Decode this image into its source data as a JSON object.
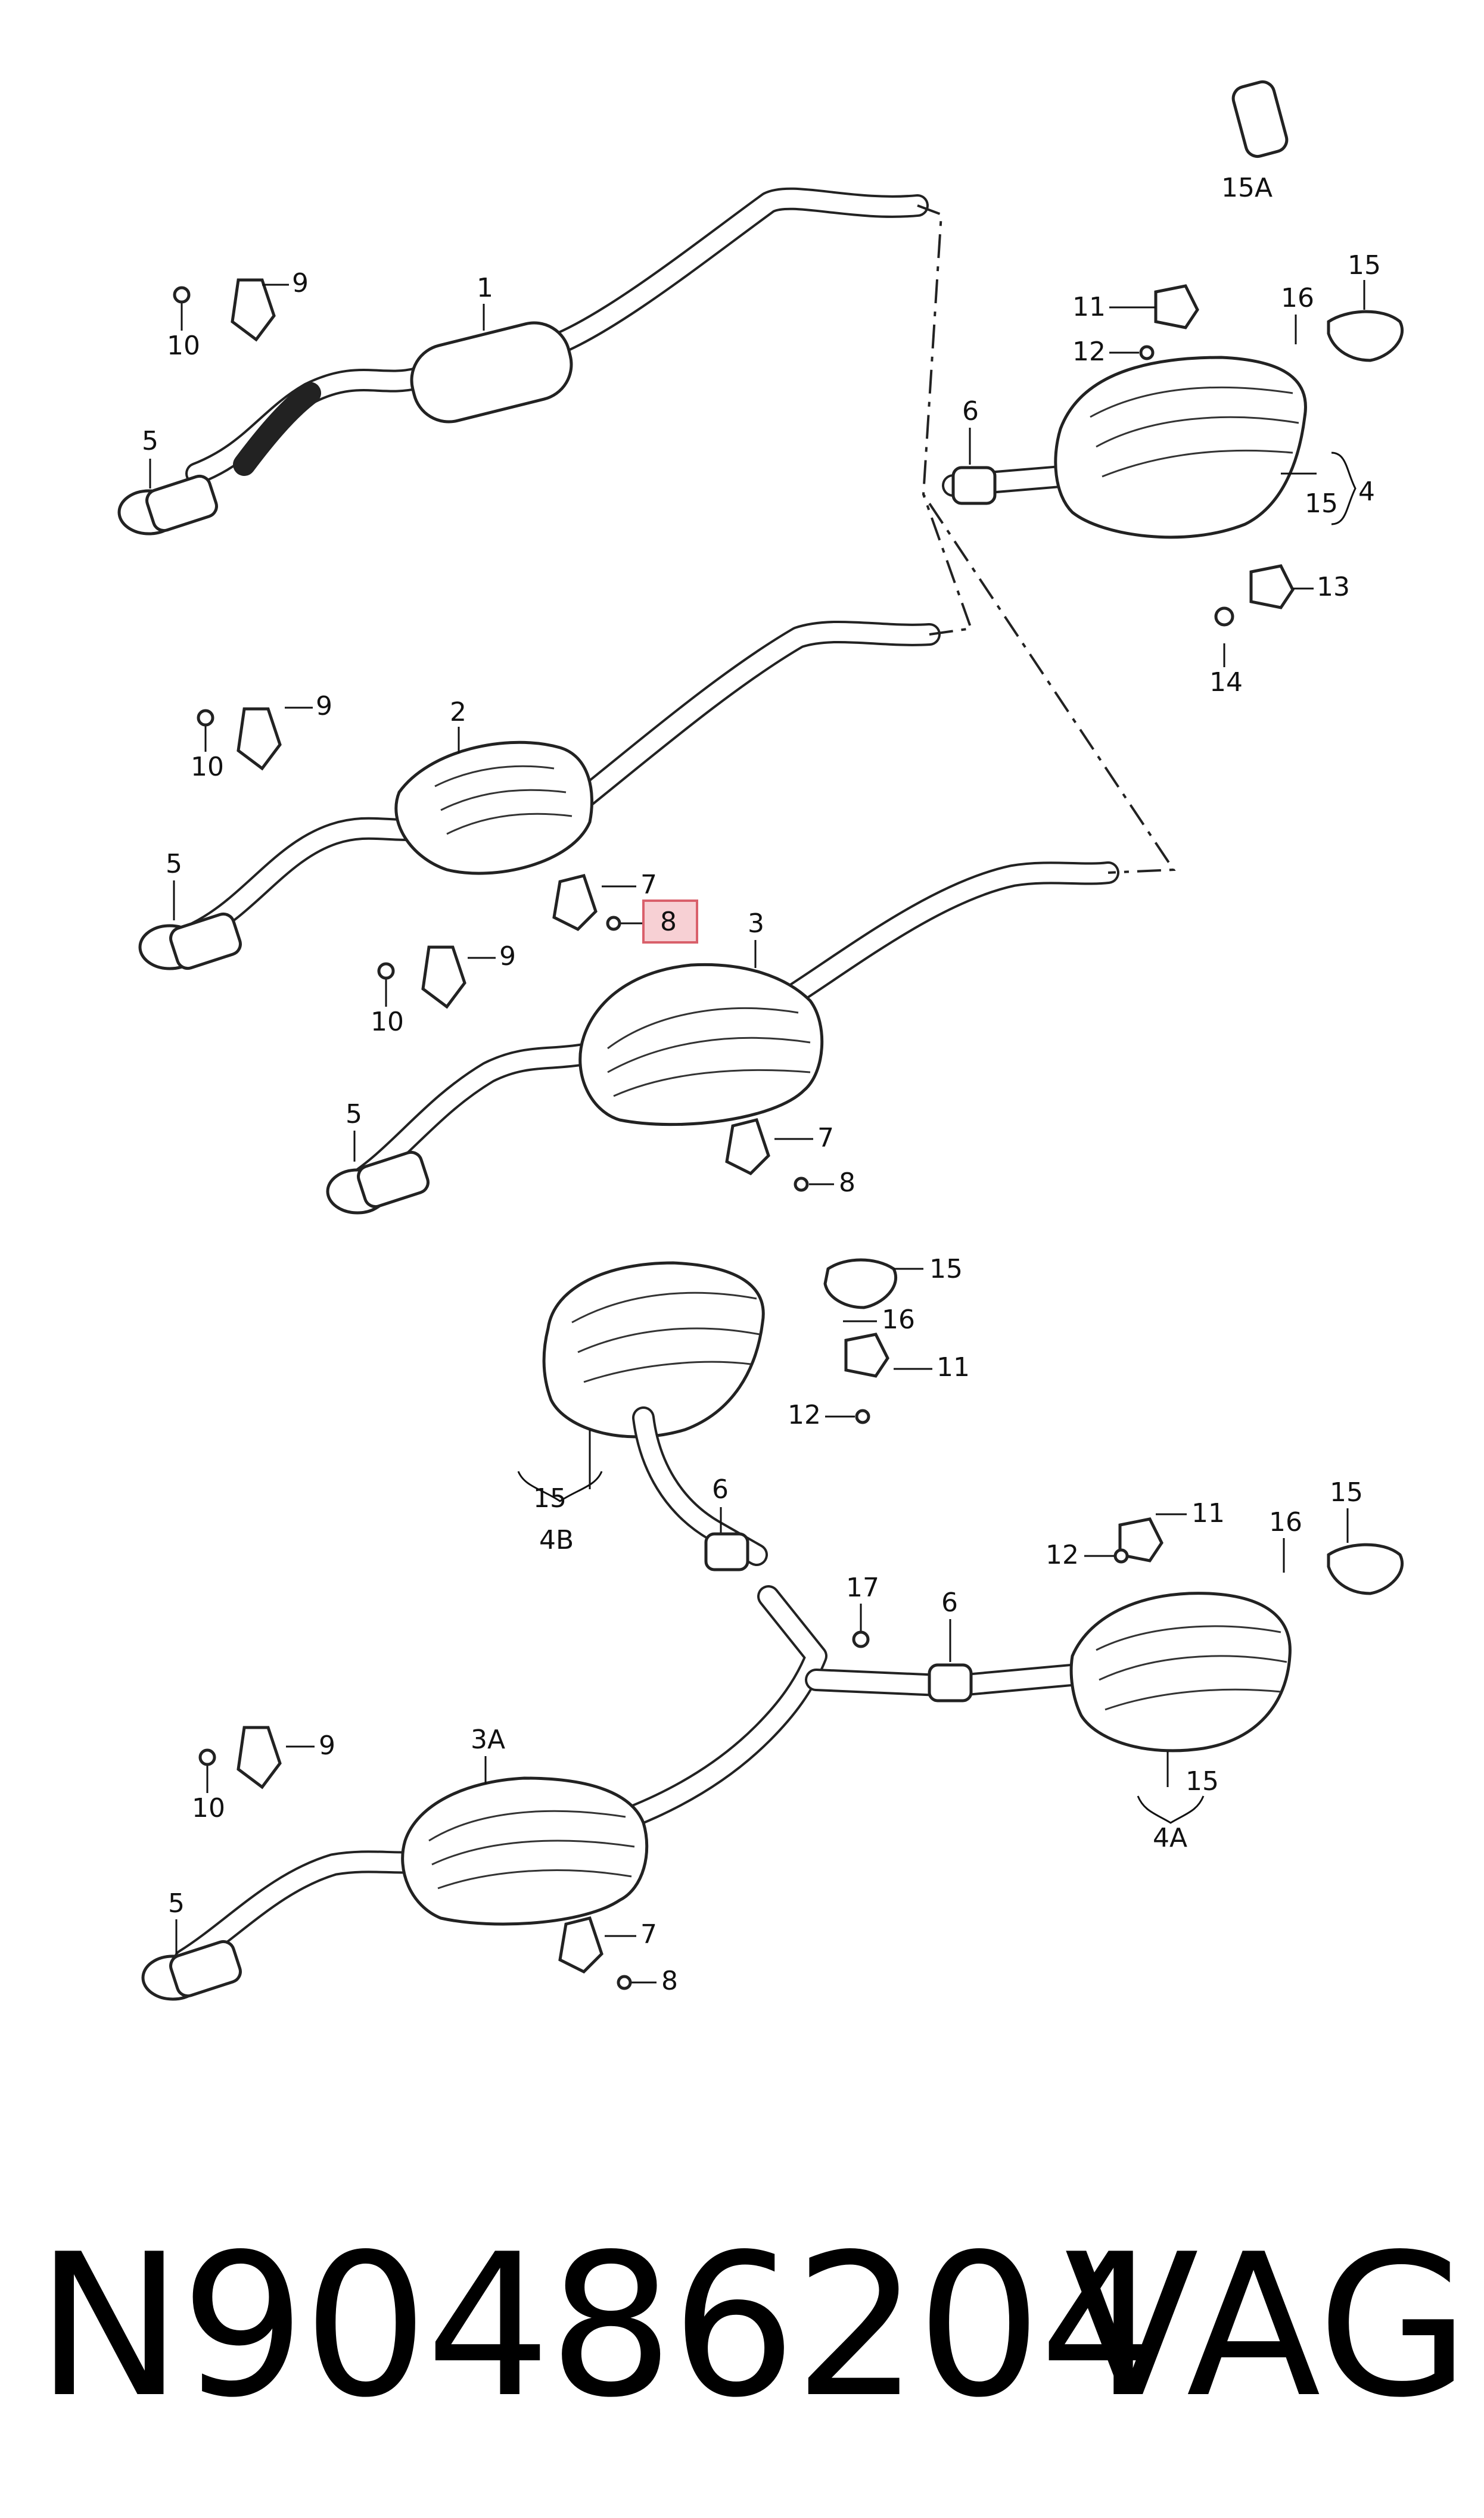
{
  "diagram": {
    "callouts": {
      "c1": "1",
      "c2": "2",
      "c3": "3",
      "c3a": "3A",
      "c4": "4",
      "c4a": "4A",
      "c4b": "4B",
      "c5a": "5",
      "c5b": "5",
      "c5c": "5",
      "c5d": "5",
      "c6a": "6",
      "c6b": "6",
      "c6c": "6",
      "c7a": "7",
      "c7b": "7",
      "c7c": "7",
      "c8a": "8",
      "c8b": "8",
      "c8c": "8",
      "c9a": "9",
      "c9b": "9",
      "c9c": "9",
      "c9d": "9",
      "c10a": "10",
      "c10b": "10",
      "c10c": "10",
      "c10d": "10",
      "c11a": "11",
      "c11b": "11",
      "c11c": "11",
      "c12a": "12",
      "c12b": "12",
      "c12c": "12",
      "c13": "13",
      "c14": "14",
      "c15a": "15",
      "c15b": "15",
      "c15c": "15",
      "c15d": "15",
      "c15e": "15",
      "c15f": "15",
      "c15A": "15A",
      "c16a": "16",
      "c16b": "16",
      "c16c": "16",
      "c17": "17"
    },
    "highlighted_callout": "8"
  },
  "footer": {
    "part_number": "N90486204",
    "brand": "VAG"
  }
}
